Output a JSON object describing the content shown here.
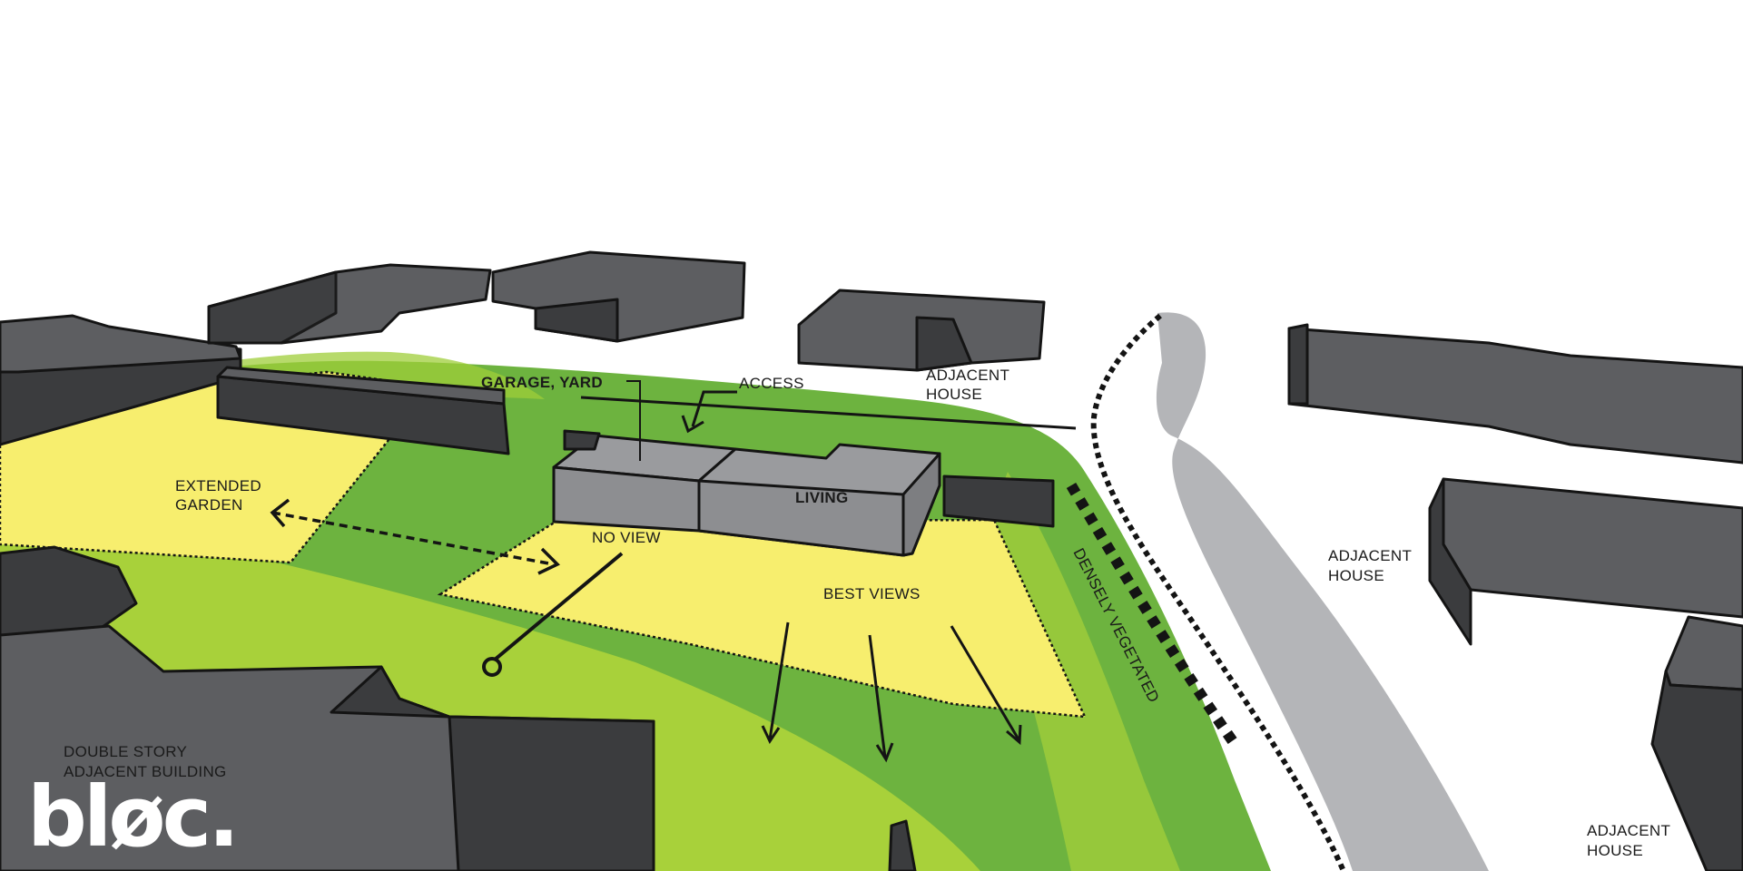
{
  "labels": {
    "garage_yard": "GARAGE, YARD",
    "access": "ACCESS",
    "adjacent_house_top_line1": "ADJACENT",
    "adjacent_house_top_line2": "HOUSE",
    "extended_garden_line1": "EXTENDED",
    "extended_garden_line2": "GARDEN",
    "living": "LIVING",
    "no_view": "NO VIEW",
    "best_views": "BEST VIEWS",
    "densely_vegetated": "DENSELY VEGETATED",
    "adjacent_house_right_line1": "ADJACENT",
    "adjacent_house_right_line2": "HOUSE",
    "double_story_line1": "DOUBLE STORY",
    "double_story_line2": "ADJACENT BUILDING",
    "adjacent_house_bottom_line1": "ADJACENT",
    "adjacent_house_bottom_line2": "HOUSE"
  },
  "logo": {
    "text": "bløc."
  },
  "colors": {
    "site_green_dark": "#6db33f",
    "site_green_light": "#a8d13a",
    "zone_yellow": "#f7ee6e",
    "building_dark_top": "#5d5e61",
    "building_dark_side": "#3b3c3e",
    "proposed_top": "#9a9b9e",
    "proposed_side": "#7d7e81",
    "road_gray": "#b4b5b8",
    "outline": "#141414"
  }
}
